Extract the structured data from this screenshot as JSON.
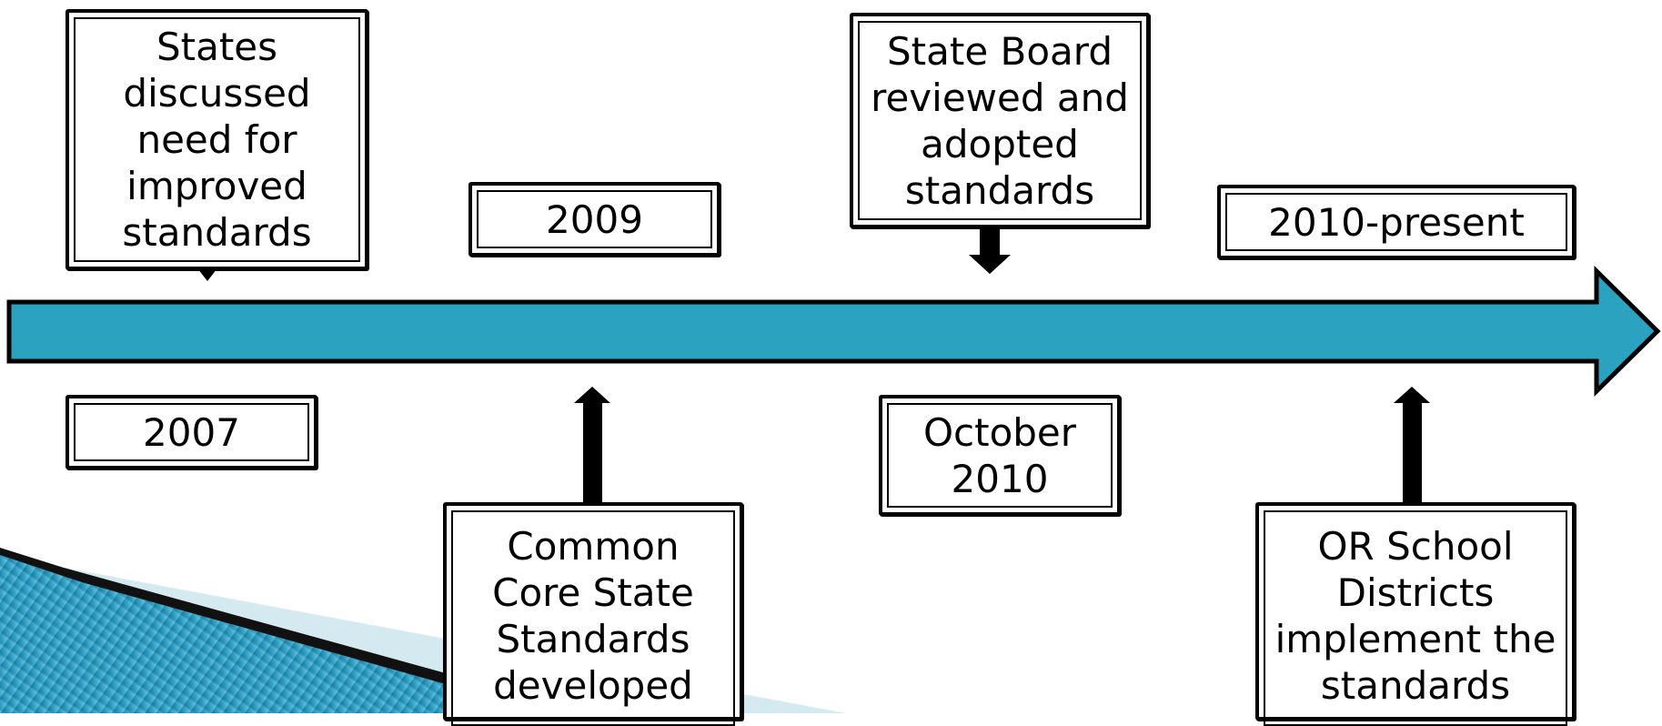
{
  "colors": {
    "arrow_fill": "#2ca2c1",
    "outline": "#000000",
    "box_fill": "#ffffff",
    "deco_dark": "#0d6f93",
    "deco_light": "#cfe6ef"
  },
  "timeline": {
    "years": {
      "y2007": "2007",
      "y2009": "2009",
      "oct2010": "October\n2010",
      "present": "2010-present"
    },
    "events": {
      "states_discussed": "States\ndiscussed\nneed for\nimproved\nstandards",
      "ccss_developed": "Common\nCore  State\nStandards\ndeveloped",
      "board_adopted": "State Board\nreviewed and\nadopted\nstandards",
      "districts_implement": "OR School\nDistricts\nimplement the\nstandards"
    }
  }
}
